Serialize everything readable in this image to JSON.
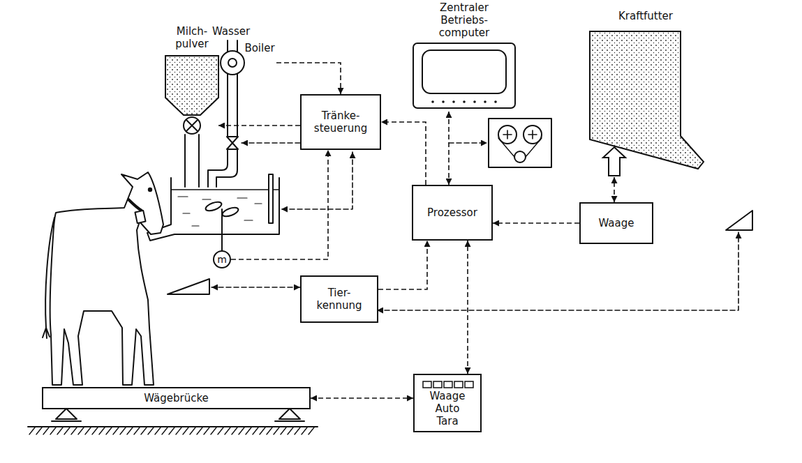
{
  "diagram": {
    "nodes": [
      {
        "text": [
          "Milch- pulver"
        ]
      },
      {
        "text": [
          "Boiler"
        ]
      },
      {
        "text": [
          "Zentraler Betriebs- computer"
        ]
      },
      {
        "text": [
          "Kraftfutter"
        ]
      },
      {
        "text": [
          "Tränke- steuerung"
        ]
      },
      {
        "text": [
          "Prozessor"
        ]
      },
      {
        "text": [
          "Waage"
        ]
      },
      {
        "text": [
          "m"
        ]
      },
      {
        "text": [
          "Tier- kennung"
        ]
      },
      {
        "text": [
          "Waage Auto Tara"
        ]
      },
      {
        "text": [
          "Wägebrücke"
        ]
      }
    ],
    "edges": [
      {
        "from": 1,
        "to": 4,
        "arrow": "to"
      },
      {
        "from": 4,
        "to": 0,
        "arrow": "to"
      },
      {
        "from": 7,
        "to": 4,
        "arrow": "to"
      },
      {
        "from": 2,
        "to": 5,
        "arrow": "both"
      },
      {
        "from": 5,
        "to": 4,
        "arrow": "to"
      },
      {
        "from": 6,
        "to": 5,
        "arrow": "to"
      },
      {
        "from": 6,
        "to": 3,
        "arrow": "both"
      },
      {
        "from": 8,
        "to": 5,
        "arrow": "to"
      },
      {
        "from": 9,
        "to": 5,
        "arrow": "both"
      },
      {
        "from": 10,
        "to": 9,
        "arrow": "both"
      }
    ],
    "labels": [
      "Wasser"
    ]
  }
}
